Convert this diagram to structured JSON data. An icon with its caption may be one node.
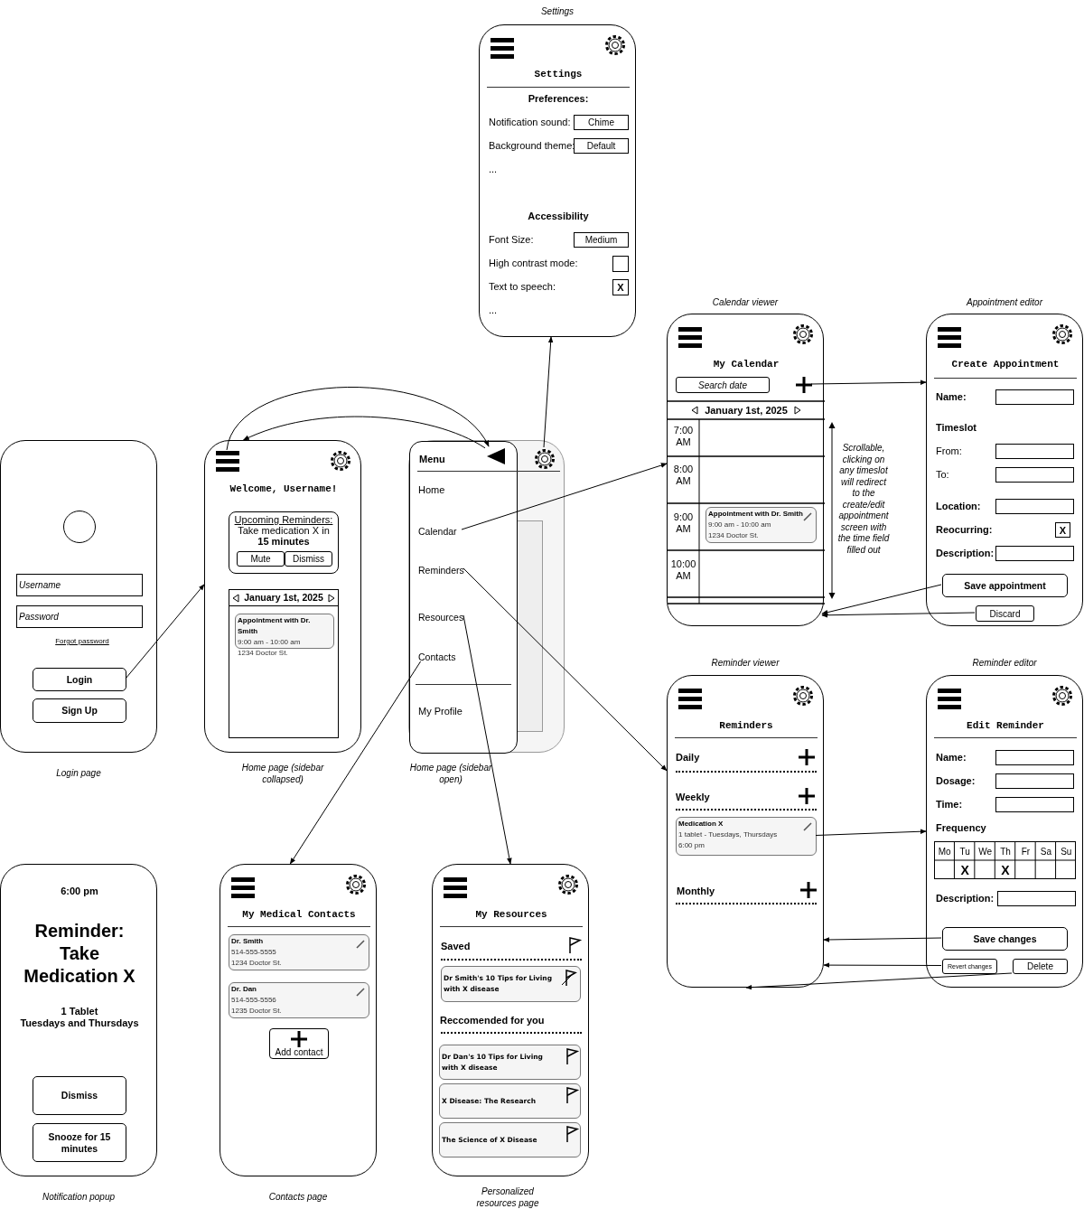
{
  "diagram": {
    "nodes": [
      {
        "text": [
          "Forgot password"
        ],
        "beside": [
          "Login page"
        ]
      },
      {
        "text": [],
        "shape": "circle",
        "in": 0
      },
      {
        "text": [
          "Username"
        ],
        "in": 0
      },
      {
        "text": [
          "Password"
        ],
        "in": 0
      },
      {
        "text": [
          "Login"
        ],
        "in": 0
      },
      {
        "text": [
          "Sign Up"
        ],
        "in": 0
      },
      {
        "text": [
          "Welcome, Username!"
        ],
        "beside": [
          "Home page (sidebar collapsed)"
        ]
      },
      {
        "text": [],
        "shape": "menu",
        "in": 6
      },
      {
        "text": [
          "Upcoming Reminders:",
          "Take medication X in **15 minutes**"
        ],
        "in": 6
      },
      {
        "text": [
          "Mute"
        ],
        "in": 8
      },
      {
        "text": [
          "Dismiss"
        ],
        "in": 8
      },
      {
        "text": [
          "January 1st, 2025"
        ],
        "in": 6
      },
      {
        "text": [
          "Appointment with Dr. Smith",
          "9:00 am - 10:00 am",
          "1234 Doctor St."
        ],
        "in": 11
      },
      {
        "text": [],
        "shape": "box",
        "beside": [
          "Home page (sidebar open)"
        ]
      },
      {
        "text": [],
        "shape": "gear",
        "in": 13
      },
      {
        "text": [
          "Menu",
          "Home",
          "My Profile"
        ],
        "in": 13
      },
      {
        "text": [],
        "shape": "triangle",
        "in": 15
      },
      {
        "text": [
          "Calendar"
        ],
        "in": 15
      },
      {
        "text": [
          "Reminders"
        ],
        "in": 15
      },
      {
        "text": [
          "Resources"
        ],
        "in": 15
      },
      {
        "text": [
          "Contacts"
        ],
        "in": 15
      },
      {
        "text": [
          "Settings",
          "Preferences:",
          "Notification sound:",
          "Background theme:",
          "...",
          "Accessibility",
          "Font Size:",
          "High contrast mode:",
          "Text to speech:",
          "..."
        ],
        "beside": [
          "Settings"
        ]
      },
      {
        "text": [
          "Chime"
        ],
        "in": 21
      },
      {
        "text": [
          "Default"
        ],
        "in": 21
      },
      {
        "text": [
          "Medium"
        ],
        "in": 21
      },
      {
        "text": [],
        "shape": "box",
        "in": 21
      },
      {
        "text": [
          "X"
        ],
        "in": 21
      },
      {
        "text": [
          "My Calendar",
          "January 1st, 2025",
          "7:00 AM",
          "8:00 AM",
          "9:00 AM",
          "10:00 AM"
        ],
        "beside": [
          "Calendar viewer"
        ]
      },
      {
        "text": [
          "Search date"
        ],
        "in": 27
      },
      {
        "text": [],
        "shape": "plus",
        "in": 27
      },
      {
        "text": [
          "Appointment with Dr. Smith",
          "9:00 am - 10:00 am",
          "1234 Doctor St."
        ],
        "in": 27
      },
      {
        "text": [
          "Create Appointment",
          "Name:",
          "Timeslot",
          "From:",
          "To:",
          "Location:",
          "Reocurring:",
          "Description:"
        ],
        "beside": [
          "Appointment editor"
        ]
      },
      {
        "text": [],
        "shape": "box",
        "in": 31
      },
      {
        "text": [],
        "shape": "box",
        "in": 31
      },
      {
        "text": [],
        "shape": "box",
        "in": 31
      },
      {
        "text": [],
        "shape": "box",
        "in": 31
      },
      {
        "text": [
          "X"
        ],
        "in": 31
      },
      {
        "text": [],
        "shape": "box",
        "in": 31
      },
      {
        "text": [
          "Save appointment"
        ],
        "in": 31
      },
      {
        "text": [
          "Discard"
        ],
        "in": 31
      },
      {
        "text": [
          "Reminders",
          "Daily",
          "Weekly",
          "Monthly"
        ],
        "beside": [
          "Reminder viewer"
        ]
      },
      {
        "text": [],
        "shape": "plus",
        "in": 40
      },
      {
        "text": [],
        "shape": "plus",
        "in": 40
      },
      {
        "text": [],
        "shape": "plus",
        "in": 40
      },
      {
        "text": [
          "Medication X",
          "1 tablet - Tuesdays, Thursdays",
          "6:00 pm"
        ],
        "in": 40
      },
      {
        "text": [
          "Edit Reminder",
          "Name:",
          "Dosage:",
          "Time:",
          "Frequency",
          "Description:"
        ],
        "beside": [
          "Reminder editor"
        ]
      },
      {
        "text": [],
        "shape": "box",
        "in": 45
      },
      {
        "text": [],
        "shape": "box",
        "in": 45
      },
      {
        "text": [],
        "shape": "box",
        "in": 45
      },
      {
        "text": [
          "Mo",
          "Tu",
          "We",
          "Th",
          "Fr",
          "Sa",
          "Su",
          "X",
          "X"
        ],
        "in": 45
      },
      {
        "text": [],
        "shape": "box",
        "in": 45
      },
      {
        "text": [
          "Save changes"
        ],
        "in": 45
      },
      {
        "text": [
          "Revert changes"
        ],
        "in": 45
      },
      {
        "text": [
          "Delete"
        ],
        "in": 45
      },
      {
        "text": [
          "6:00 pm",
          "Reminder: Take Medication X",
          "1 Tablet",
          "Tuesdays and Thursdays"
        ],
        "beside": [
          "Notification popup"
        ]
      },
      {
        "text": [
          "Dismiss"
        ],
        "in": 54
      },
      {
        "text": [
          "Snooze for 15 minutes"
        ],
        "in": 54
      },
      {
        "text": [
          "My Medical Contacts"
        ],
        "beside": [
          "Contacts page"
        ]
      },
      {
        "text": [
          "Dr. Smith",
          "514-555-5555",
          "1234 Doctor St."
        ],
        "in": 57
      },
      {
        "text": [
          "Dr. Dan",
          "514-555-5556",
          "1235 Doctor St."
        ],
        "in": 57
      },
      {
        "text": [
          "Add contact"
        ],
        "in": 57
      },
      {
        "text": [
          "My Resources",
          "Saved",
          "Reccomended for you"
        ],
        "beside": [
          "Personalized resources page"
        ]
      },
      {
        "text": [
          "Dr Smith's 10 Tips for Living with X disease"
        ],
        "in": 61
      },
      {
        "text": [
          "Dr Dan's 10 Tips for Living with X disease"
        ],
        "in": 61
      },
      {
        "text": [
          "X Disease: The Research"
        ],
        "in": 61
      },
      {
        "text": [
          "The Science of X Disease"
        ],
        "in": 61
      }
    ],
    "edges": [
      {
        "from": 4,
        "to": 6,
        "arrow": "to"
      },
      {
        "from": 7,
        "to": 16,
        "arrow": "to"
      },
      {
        "from": 16,
        "to": 6,
        "arrow": "to"
      },
      {
        "from": 14,
        "to": 21,
        "arrow": "to"
      },
      {
        "from": 17,
        "to": 27,
        "arrow": "to"
      },
      {
        "from": 18,
        "to": 40,
        "arrow": "to"
      },
      {
        "from": 19,
        "to": 61,
        "arrow": "to"
      },
      {
        "from": 20,
        "to": 57,
        "arrow": "to"
      },
      {
        "from": 29,
        "to": 31,
        "arrow": "to"
      },
      {
        "from": 38,
        "to": 27,
        "arrow": "to"
      },
      {
        "from": 39,
        "to": 27,
        "arrow": "to"
      },
      {
        "from": 44,
        "to": 45,
        "arrow": "to"
      },
      {
        "from": 51,
        "to": 40,
        "arrow": "to"
      },
      {
        "from": 52,
        "to": 40,
        "arrow": "to"
      },
      {
        "from": 53,
        "to": 40,
        "arrow": "to"
      }
    ],
    "labels": [
      "Scrollable, clicking on any timeslot will redirect to the create/edit appointment screen with the time field filled out"
    ]
  }
}
